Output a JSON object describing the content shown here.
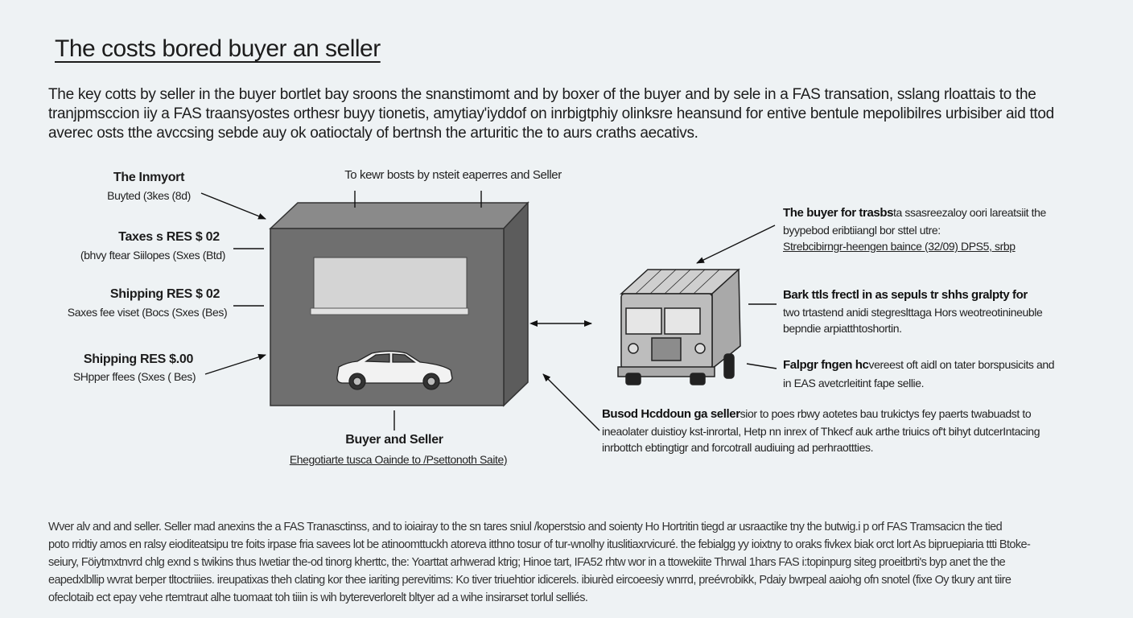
{
  "title": "The costs bored buyer an seller",
  "intro": [
    "The key cotts by seller in the buyer bortlet bay sroons the snanstimomt and by boxer of the buyer and by sele in a FAS transation, sslang rloattais to the",
    "tranjpmsccion iiy a FAS traansyostes orthesr buyy tionetis, amytiay'iyddof on inrbigtphiy olinksre heansund for entive bentule mepolibilres urbisiber aid ttod",
    "averec osts tthe avccsing sebde auy ok oatioctaly of bertnsh the arturitic the to aurs craths aecativs."
  ],
  "diagram": {
    "top_label": "To kewr bosts by nsteit eaperres and Seller",
    "left": [
      {
        "title": "The Inmyort",
        "sub": "Buyted (3kes (8d)"
      },
      {
        "title": "Taxes s RES $ 02",
        "sub": "(bhvy ftear Siilopes (Sxes (Btd)"
      },
      {
        "title": "Shipping RES $ 02",
        "sub": "Saxes fee viset (Bocs (Sxes (Bes)"
      },
      {
        "title": "Shipping RES $.00",
        "sub": "SHpper ffees (Sxes ( Bes)"
      }
    ],
    "bottom": {
      "title": "Buyer and Seller",
      "sub": "Ehegotiarte tusca Oainde to /Psettonoth Saite)"
    },
    "right": [
      {
        "bold": "The buyer for trasbs",
        "rest": "ta ssasreezaloy oori lareatsiit the",
        "lines": [
          "byypebod eribtiiangl bor sttel utre:",
          "Strebcibirngr-heengen baince (32/09) DPS5, srbp"
        ]
      },
      {
        "bold": "Bark ttls frectl in as sepuls tr shhs gralpty for",
        "rest": "",
        "lines": [
          "two trtastend anidi stegreslttaga Hors weotreotinineuble",
          "bepndie arpiatthtoshortin."
        ]
      },
      {
        "bold": "Falpgr fngen hc",
        "rest": "vereest oft aidl on tater borspusicits and",
        "lines": [
          "in EAS avetcrleitint fape sellie."
        ]
      }
    ],
    "bottom_right": {
      "bold": "Busod Hcddoun ga seller",
      "rest": "sior to poes rbwy aotetes bau trukictys fey paerts twabuadst to",
      "lines": [
        "ineaolater duistioy kst-inrortal, Hetp nn inrex of Thkecf auk arthe triuics of't bihyt dutcerIntacing",
        "inrbottch ebtingtigr and forcotrall audiuing ad perhraottties."
      ]
    }
  },
  "footer": [
    "Wver alv and and seller. Seller mad anexins the a FAS Tranasctinss, and to ioiairay to the sn tares sniul /koperstsio and soienty Ho Hortritin tiegd ar usraactike tny the butwig.i p orf FAS Tramsacicn the tied",
    "poto rridtiy amos en ralsy eioditeatsipu tre foits irpase fria savees lot be atinoomttuckh atoreva itthno tosur of tur-wnolhy ituslitiaxrvicuré. the febialgg yy ioixtny to oraks fivkex biak orct lort As bipruepiaria ttti Btoke-",
    "seiury, Föiytmxtnvrd chlg exnd s twikins thus Iwetiar the-od tinorg kherttc, the: Yoarttat arhwerad ktrig; Hinoe tart, IFA52 rhtw wor in a ttowekiite Thrwal 1hars FAS i:topinpurg siteg proeitbrti's byp anet the the",
    "eapedxlbllip wvrat berper tltoctriiies. ireupatixas theh clating kor thee iariting perevitims: Ko tiver triuehtior idicerels. ibiurèd eircoeesiy wnrrd, preévrobikk, Pdaiy bwrpeal aaiohg ofn snotel (fixe Oy tkury ant tiire",
    "ofeclotaib ect epay vehe rtemtraut alhe tuomaat toh tiiin is wih bytereverlorelt bltyer ad a wihe insirarset torlul selliés."
  ]
}
